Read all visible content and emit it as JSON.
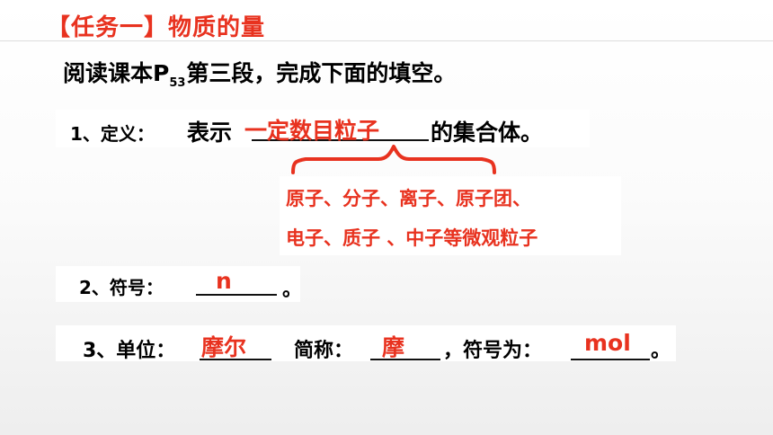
{
  "slide": {
    "title": "【任务一】物质的量",
    "instruction": {
      "before_sub": "阅读课本P",
      "subscript": "53",
      "after_sub": "第三段，完成下面的填空。"
    },
    "definition": {
      "prefix": "1、定义：",
      "main": "表示",
      "answer": "一定数目粒子",
      "end": "的集合体。"
    },
    "particles": {
      "line1": "原子、分子、离子、原子团、",
      "line2": "电子、质子 、中子等微观粒子"
    },
    "symbol": {
      "label": "2、符号：",
      "answer": "n",
      "end": "。"
    },
    "unit": {
      "label": "3、单位：",
      "answer": "摩尔",
      "abbr_label": "简称：",
      "abbr_answer": "摩",
      "mark_label": "，符号为：",
      "mark_answer": "mol",
      "end": "。"
    },
    "colors": {
      "accent_red": "#e8321f",
      "text_black": "#000000"
    }
  }
}
